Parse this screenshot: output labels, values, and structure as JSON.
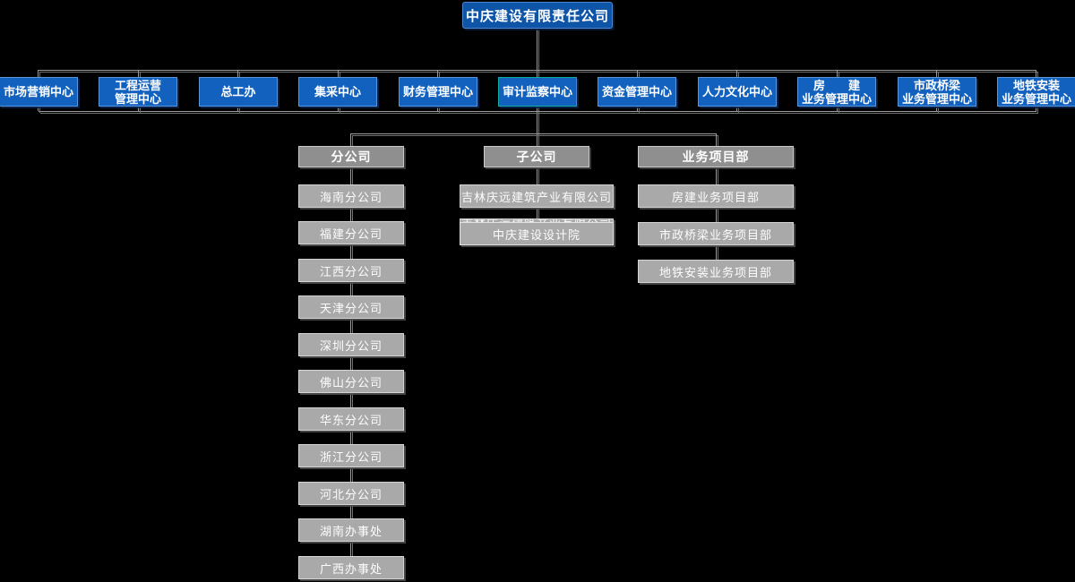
{
  "root": {
    "label": "中庆建设有限责任公司"
  },
  "departments": [
    {
      "label": "市场营销中心"
    },
    {
      "label": "工程运营\n管理中心"
    },
    {
      "label": "总工办"
    },
    {
      "label": "集采中心"
    },
    {
      "label": "财务管理中心"
    },
    {
      "label": "审计监察中心",
      "highlighted": true
    },
    {
      "label": "资金管理中心"
    },
    {
      "label": "人力文化中心"
    },
    {
      "label": "房　　建\n业务管理中心"
    },
    {
      "label": "市政桥梁\n业务管理中心"
    },
    {
      "label": "地铁安装\n业务管理中心"
    }
  ],
  "groups": [
    {
      "header": "分公司",
      "children": [
        "海南分公司",
        "福建分公司",
        "江西分公司",
        "天津分公司",
        "深圳分公司",
        "佛山分公司",
        "华东分公司",
        "浙江分公司",
        "河北分公司",
        "湖南办事处",
        "广西办事处"
      ]
    },
    {
      "header": "子公司",
      "children": [
        "吉林庆远建筑产业有限公司",
        "中庆建设设计院"
      ],
      "obscured_child": "吉林庆远建筑产业有限公司"
    },
    {
      "header": "业务项目部",
      "children": [
        "房建业务项目部",
        "市政桥梁业务项目部",
        "地铁安装业务项目部"
      ]
    }
  ],
  "colors": {
    "background": "#000000",
    "node_blue": "#1261bf",
    "root_blue": "#0e54a7",
    "highlight_teal": "#0faaa0",
    "group_header_gray": "#8f8f8f",
    "group_child_gray": "#a9a9a9",
    "connector_gray": "#9b9b9b"
  }
}
